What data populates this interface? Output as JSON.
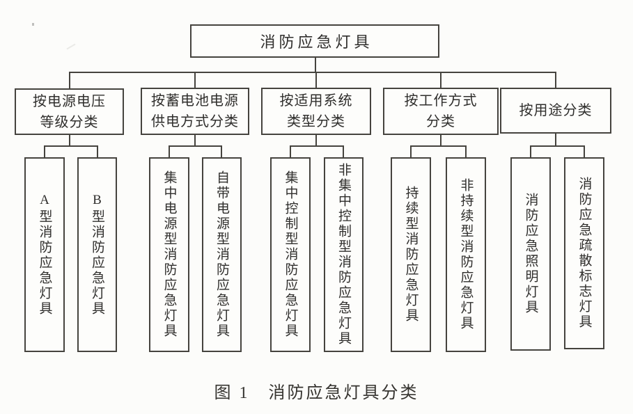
{
  "figure": {
    "caption": "图 1　消防应急灯具分类"
  },
  "tree": {
    "root": {
      "label": "消防应急灯具"
    },
    "branches": [
      {
        "label": "按电源电压\n等级分类",
        "children": [
          "A型消防应急灯具",
          "B型消防应急灯具"
        ]
      },
      {
        "label": "按蓄电池电源\n供电方式分类",
        "children": [
          "集中电源型消防应急灯具",
          "自带电源型消防应急灯具"
        ]
      },
      {
        "label": "按适用系统\n类型分类",
        "children": [
          "集中控制型消防应急灯具",
          "非集中控制型消防应急灯具"
        ]
      },
      {
        "label": "按工作方式\n分类",
        "children": [
          "持续型消防应急灯具",
          "非持续型消防应急灯具"
        ]
      },
      {
        "label": "按用途分类",
        "children": [
          "消防应急照明灯具",
          "消防应急疏散标志灯具"
        ]
      }
    ]
  },
  "colors": {
    "ink": "#45433e",
    "paper": "#fcfcfa"
  }
}
